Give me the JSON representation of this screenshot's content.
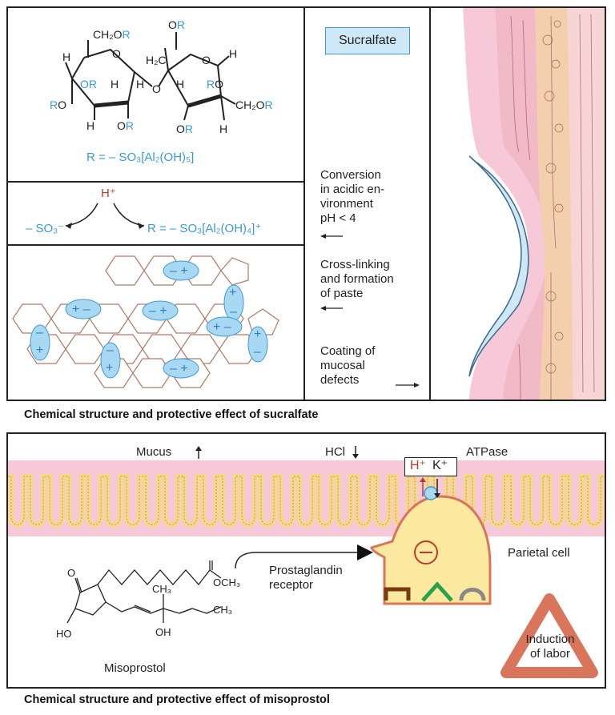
{
  "sucralfate": {
    "badge": "Sucralfate",
    "r_definition": "R = – SO₃[Al₂(OH)₅]",
    "proton": "H⁺",
    "product_left": "– SO₃⁻",
    "product_right": "R = – SO₃[Al₂(OH)₄]⁺",
    "conversion": [
      "Conversion",
      "in acidic en-",
      "vironment",
      "pH < 4"
    ],
    "crosslink": [
      "Cross-linking",
      "and formation",
      "of paste"
    ],
    "coating": [
      "Coating of",
      "mucosal",
      "defects"
    ],
    "caption": "Chemical structure and protective effect of sucralfate",
    "structure_labels": {
      "ch2or_top": "CH₂OR",
      "or_top": "OR",
      "h2c": "H₂C",
      "ch2or_right": "CH₂OR"
    }
  },
  "misoprostol": {
    "mucus": "Mucus",
    "hcl": "HCl",
    "atpase": "ATPase",
    "h": "H⁺",
    "k": "K⁺",
    "parietal": "Parietal cell",
    "receptor": [
      "Prostaglandin",
      "receptor"
    ],
    "name": "Misoprostol",
    "induction": [
      "Induction",
      "of labor"
    ],
    "caption": "Chemical structure and protective effect of misoprostol",
    "structure_labels": {
      "och3": "OCH₃",
      "ch3a": "CH₃",
      "ch3b": "CH₃",
      "oh": "OH",
      "ho": "HO"
    }
  },
  "colors": {
    "accent_blue": "#3a9ad9",
    "light_blue": "#cfe8f7",
    "mucosa_pink": "#f7c9d8",
    "cell_yellow": "#fbe9a0",
    "warning_orange": "#d9755a"
  }
}
